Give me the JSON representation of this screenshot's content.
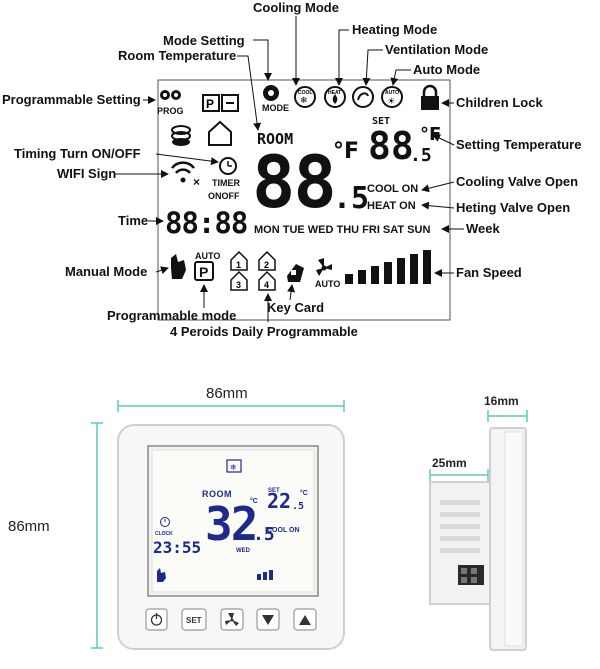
{
  "callouts": {
    "cooling_mode": "Cooling Mode",
    "heating_mode": "Heating Mode",
    "mode_setting": "Mode Setting",
    "room_temperature": "Room Temperature",
    "ventilation_mode": "Ventilation Mode",
    "auto_mode": "Auto Mode",
    "programmable_setting": "Programmable Setting",
    "children_lock": "Children Lock",
    "setting_temperature": "Setting Temperature",
    "timing_turn_onoff": "Timing Turn ON/OFF",
    "wifi_sign": "WIFI Sign",
    "cooling_valve_open": "Cooling Valve Open",
    "heating_valve_open": "Heting Valve Open",
    "time": "Time",
    "week": "Week",
    "manual_mode": "Manual Mode",
    "fan_speed": "Fan Speed",
    "programmable_mode": "Programmable mode",
    "key_card": "Key Card",
    "four_periods": "4 Peroids Daily Programmable"
  },
  "lcd": {
    "mode_icon_label": "MODE",
    "prog_label": "PROG",
    "room_label": "ROOM",
    "room_temp": "88",
    "room_temp_decimal": ".5",
    "room_unit": "°F",
    "set_label": "SET",
    "set_temp": "88",
    "set_temp_decimal": ".5",
    "set_unit": "°F",
    "timer_label": "TIMER",
    "onoff_label": "ONOFF",
    "cool_on": "COOL ON",
    "heat_on": "HEAT ON",
    "time_display": "88:88",
    "week_days": "MON TUE WED THU FRI  SAT SUN",
    "auto_label": "AUTO",
    "p_label": "P",
    "fan_auto_label": "AUTO",
    "cool_icon_text": "COOL",
    "heat_icon_text": "HEAT",
    "auto_icon_text": "AUTO",
    "period_numbers": [
      "1",
      "2",
      "3",
      "4"
    ],
    "fan_speed_bars": 7
  },
  "dimensions": {
    "width": "86mm",
    "height": "86mm",
    "depth_total": "16mm",
    "depth_body": "25mm"
  },
  "device": {
    "room_label": "ROOM",
    "room_temp": "32",
    "room_temp_decimal": ".5",
    "set_label": "SET",
    "set_temp": "22",
    "set_temp_decimal": ".5",
    "unit": "°C",
    "cool_on": "COOL ON",
    "clock_label": "CLOCK",
    "time": "23:55",
    "weekday": "WED",
    "buttons": {
      "set_label": "SET"
    }
  },
  "colors": {
    "lcd_ink": "#111111",
    "device_ink": "#1d2a8c",
    "dimension_line": "#5fc9c0"
  }
}
